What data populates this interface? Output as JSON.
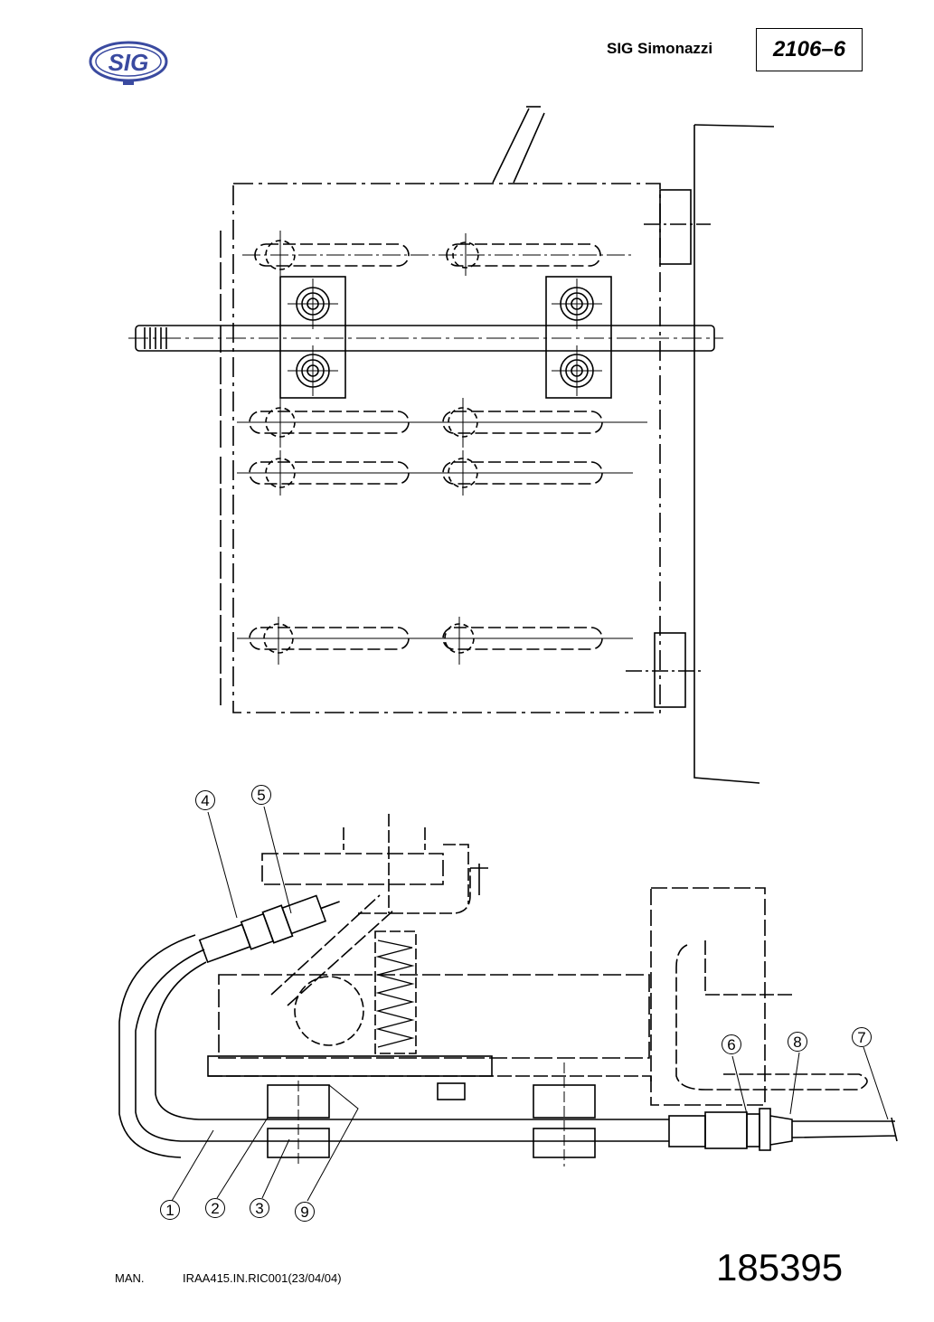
{
  "header": {
    "logo_text": "SIG",
    "company": "SIG Simonazzi",
    "doc_code": "2106–6"
  },
  "callouts": [
    {
      "id": "4",
      "label": "4"
    },
    {
      "id": "5",
      "label": "5"
    },
    {
      "id": "7",
      "label": "7"
    },
    {
      "id": "6",
      "label": "6"
    },
    {
      "id": "8",
      "label": "8"
    },
    {
      "id": "1",
      "label": "1"
    },
    {
      "id": "2",
      "label": "2"
    },
    {
      "id": "3",
      "label": "3"
    },
    {
      "id": "9",
      "label": "9"
    }
  ],
  "footer": {
    "man_label": "MAN.",
    "reference": "IRAA415.IN.RIC001(23/04/04)",
    "drawing_number": "185395"
  },
  "colors": {
    "logo_blue": "#3a4aa0",
    "ink": "#000000"
  }
}
